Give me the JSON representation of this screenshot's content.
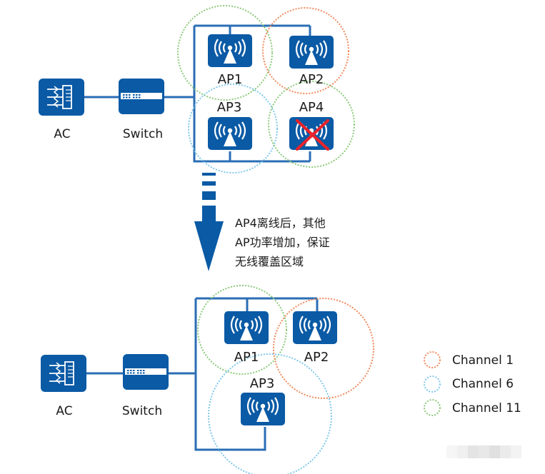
{
  "colors": {
    "device_blue": "#0a5aa5",
    "line_blue": "#2a6db5",
    "channel_1": "#f08a5d",
    "channel_6": "#7fc8ea",
    "channel_11": "#8cc97a",
    "offline_x": "#e8232a"
  },
  "top": {
    "ac_label": "AC",
    "switch_label": "Switch",
    "aps": [
      {
        "label": "AP1",
        "channel": "Channel 11",
        "status": "online"
      },
      {
        "label": "AP2",
        "channel": "Channel 1",
        "status": "online"
      },
      {
        "label": "AP3",
        "channel": "Channel 6",
        "status": "online"
      },
      {
        "label": "AP4",
        "channel": "Channel 11",
        "status": "offline"
      }
    ]
  },
  "transition": {
    "lines": [
      "AP4离线后，其他",
      "AP功率增加，保证",
      "无线覆盖区域"
    ]
  },
  "bottom": {
    "ac_label": "AC",
    "switch_label": "Switch",
    "aps": [
      {
        "label": "AP1",
        "channel": "Channel 11",
        "status": "online"
      },
      {
        "label": "AP2",
        "channel": "Channel 1",
        "status": "online"
      },
      {
        "label": "AP3",
        "channel": "Channel 6",
        "status": "online"
      }
    ]
  },
  "legend": [
    {
      "label": "Channel 1",
      "color_key": "channel_1"
    },
    {
      "label": "Channel 6",
      "color_key": "channel_6"
    },
    {
      "label": "Channel 11",
      "color_key": "channel_11"
    }
  ]
}
